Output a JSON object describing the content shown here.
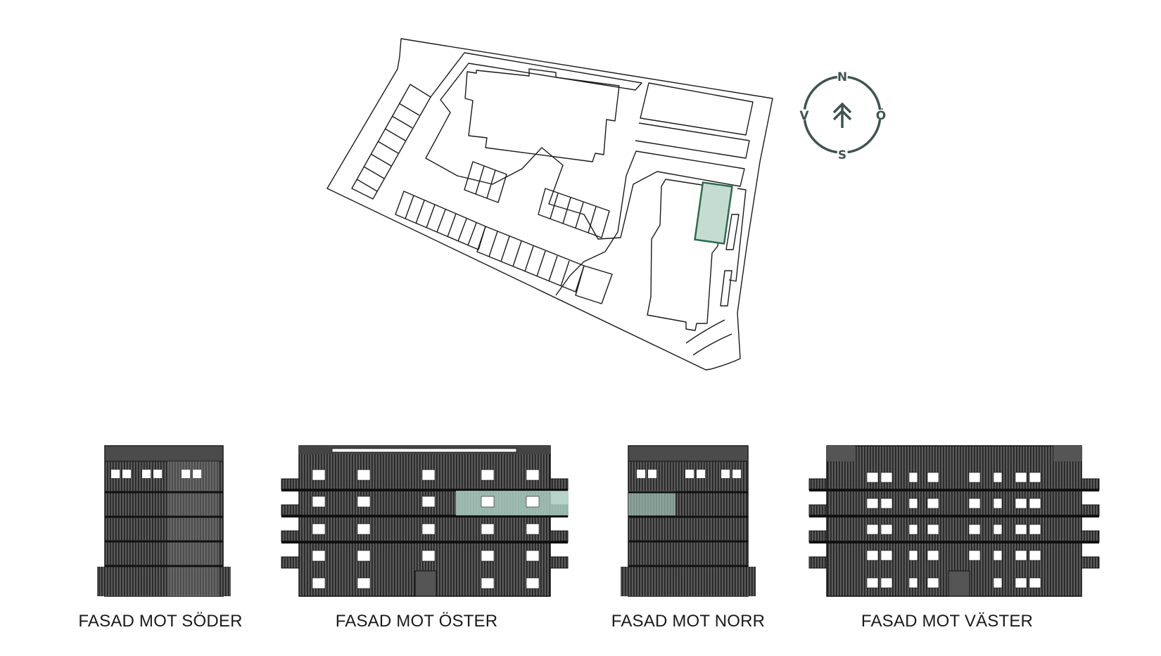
{
  "compass": {
    "north": "N",
    "south": "S",
    "west": "V",
    "east": "Ö",
    "color": "#3f5450"
  },
  "site_plan": {
    "line_color": "#1a1a1a",
    "highlight_fill": "#c5dcd3",
    "highlight_stroke": "#2e6b4f",
    "highlight_icon": "selected-apartment-marker"
  },
  "facades": {
    "south": {
      "label": "FASAD MOT SÖDER"
    },
    "east": {
      "label": "FASAD MOT ÖSTER"
    },
    "north": {
      "label": "FASAD MOT NORR"
    },
    "west": {
      "label": "FASAD MOT VÄSTER"
    },
    "cladding_color": "#3a3a3a",
    "window_color": "#ffffff",
    "highlight_color": "#a9ccc1"
  }
}
